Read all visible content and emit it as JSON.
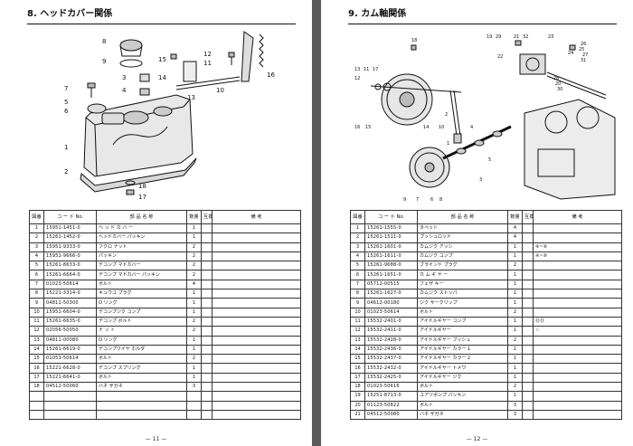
{
  "left": {
    "title": "8. ヘッドカバー関係",
    "page_no": "— 11 —",
    "callouts": [
      "1",
      "2",
      "3",
      "4",
      "5",
      "6",
      "7",
      "8",
      "9",
      "10",
      "11",
      "12",
      "13",
      "14",
      "15",
      "16",
      "17",
      "18"
    ],
    "columns": [
      "図番",
      "コ ー ド No.",
      "部 品 名 称",
      "数量",
      "互換性",
      "備 考"
    ],
    "rows": [
      [
        "1",
        "15951-1451-0",
        "ヘ ッ ド カ バ ー",
        "1",
        ""
      ],
      [
        "2",
        "15261-1452-0",
        "ヘッドカバー パッキン",
        "1",
        ""
      ],
      [
        "3",
        "15951-9333-0",
        "フクロ ナット",
        "2",
        ""
      ],
      [
        "4",
        "15951-9666-0",
        "パッキン",
        "2",
        ""
      ],
      [
        "5",
        "15261-8633-0",
        "デコンプ マドカバー",
        "2",
        ""
      ],
      [
        "6",
        "15261-6664-0",
        "デコンプ マドカバー パッキン",
        "2",
        ""
      ],
      [
        "7",
        "01023-50614",
        "ボルト",
        "4",
        ""
      ],
      [
        "8",
        "15221-3314-0",
        "キュウユ プラグ",
        "1",
        ""
      ],
      [
        "9",
        "04811-50300",
        "O リング",
        "1",
        ""
      ],
      [
        "10",
        "15951-6604-0",
        "デコンプジク コンプ",
        "1",
        ""
      ],
      [
        "11",
        "15261-6635-0",
        "デコンプ ボルト",
        "2",
        ""
      ],
      [
        "12",
        "02056-50050",
        "ナ ッ ト",
        "2",
        ""
      ],
      [
        "13",
        "04811-00080",
        "O リング",
        "1",
        ""
      ],
      [
        "14",
        "15261-6619-0",
        "デコンプワイヤ ホルダ",
        "1",
        ""
      ],
      [
        "15",
        "01053-50614",
        "ボルト",
        "2",
        ""
      ],
      [
        "16",
        "15221-6628-0",
        "デコンプ スプリング",
        "1",
        ""
      ],
      [
        "17",
        "15221-6641-0",
        "ボルト",
        "1",
        ""
      ],
      [
        "18",
        "04512-50060",
        "バネ ザガネ",
        "3",
        ""
      ],
      [
        "",
        "",
        "",
        "",
        ""
      ],
      [
        "",
        "",
        "",
        "",
        ""
      ],
      [
        "",
        "",
        "",
        "",
        ""
      ]
    ]
  },
  "right": {
    "title": "9. カム軸関係",
    "page_no": "— 12 —",
    "callouts": [
      "1",
      "2",
      "3",
      "4",
      "5",
      "6",
      "7",
      "8",
      "9",
      "10",
      "11",
      "12",
      "13",
      "14",
      "15",
      "16",
      "17",
      "18",
      "19",
      "20",
      "21",
      "22",
      "23",
      "24",
      "25",
      "26",
      "27",
      "28",
      "29",
      "30",
      "31",
      "32"
    ],
    "columns": [
      "図番",
      "コ ー ド No.",
      "部 品 名 称",
      "数量",
      "互換性",
      "備 考"
    ],
    "rows": [
      [
        "1",
        "15261-1555-0",
        "タペット",
        "4",
        ""
      ],
      [
        "2",
        "15261-1511-0",
        "プッシュロッド",
        "4",
        ""
      ],
      [
        "3",
        "15261-1601-0",
        "カムジク アッシ",
        "1",
        "④~⑨"
      ],
      [
        "4",
        "15261-1611-0",
        "カムジク コンプ",
        "1",
        "④~⑨"
      ],
      [
        "5",
        "15261-9688-0",
        "ブラインド プラグ",
        "2",
        ""
      ],
      [
        "6",
        "15261-1651-0",
        "カ ム ギ ヤ ー",
        "1",
        ""
      ],
      [
        "7",
        "05712-00515",
        "フェザ キー",
        "1",
        ""
      ],
      [
        "8",
        "15261-1627-0",
        "カムジク ストッパ",
        "1",
        ""
      ],
      [
        "9",
        "04612-00180",
        "ジク サークリップ",
        "1",
        ""
      ],
      [
        "10",
        "01023-50614",
        "ボルト",
        "2",
        ""
      ],
      [
        "11",
        "15532-2401-0",
        "アイドルギヤー コンプ",
        "1",
        "⑫⑬"
      ],
      [
        "12",
        "15532-2411-0",
        "アイドルギヤー",
        "1",
        "☆"
      ],
      [
        "13",
        "15532-2428-0",
        "アイドルギヤー ブッシュ",
        "2",
        ""
      ],
      [
        "14",
        "15532-2436-0",
        "アイドルギヤー カラー 1",
        "1",
        ""
      ],
      [
        "15",
        "15532-2437-0",
        "アイドルギヤー カラー 2",
        "1",
        ""
      ],
      [
        "16",
        "15532-2432-0",
        "アイドルギヤー トメワ",
        "1",
        ""
      ],
      [
        "17",
        "15532-2425-0",
        "アイドルギヤー ジク",
        "1",
        ""
      ],
      [
        "18",
        "01023-50616",
        "ボルト",
        "2",
        ""
      ],
      [
        "19",
        "15251-8713-0",
        "ユアツポンプ パッキン",
        "1",
        ""
      ],
      [
        "20",
        "01123-50822",
        "ボルト",
        "3",
        ""
      ],
      [
        "21",
        "04512-50080",
        "バネ ザガネ",
        "3",
        ""
      ]
    ]
  }
}
